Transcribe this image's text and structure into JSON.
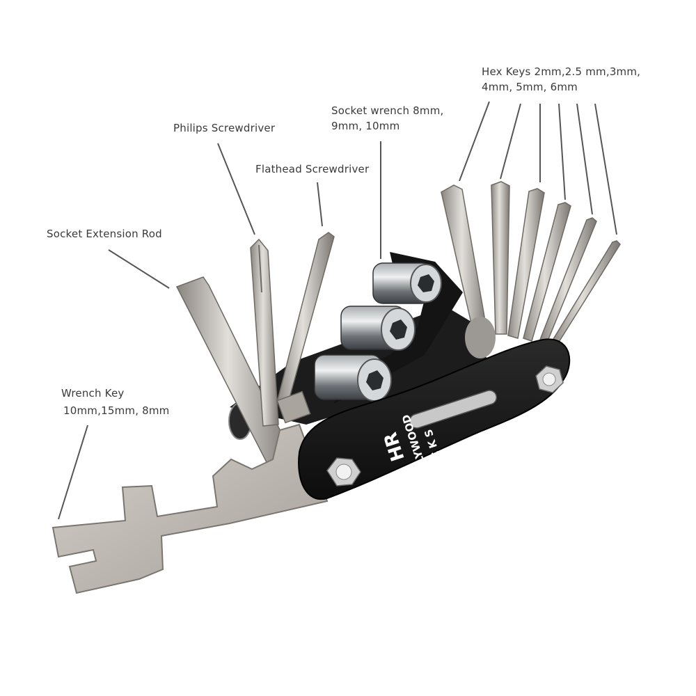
{
  "labels": {
    "hex_keys": {
      "line1": "Hex Keys 2mm,2.5 mm,3mm,",
      "line2": "4mm, 5mm, 6mm"
    },
    "socket_wrench": {
      "line1": "Socket wrench 8mm,",
      "line2": "9mm, 10mm"
    },
    "philips": {
      "line1": "Philips Screwdriver"
    },
    "flathead": {
      "line1": "Flathead Screwdriver"
    },
    "extension_rod": {
      "line1": "Socket Extension Rod"
    },
    "wrench_key": {
      "line1": "Wrench Key",
      "line2": "10mm,15mm, 8mm"
    }
  },
  "logo": {
    "mark": "HR",
    "brand": "HOLLYWOOD",
    "sub": "R A C K S"
  },
  "colors": {
    "steel_light": "#d9d6d2",
    "steel_dark": "#8a8580",
    "body_black": "#161616",
    "leader_line": "#555555"
  }
}
